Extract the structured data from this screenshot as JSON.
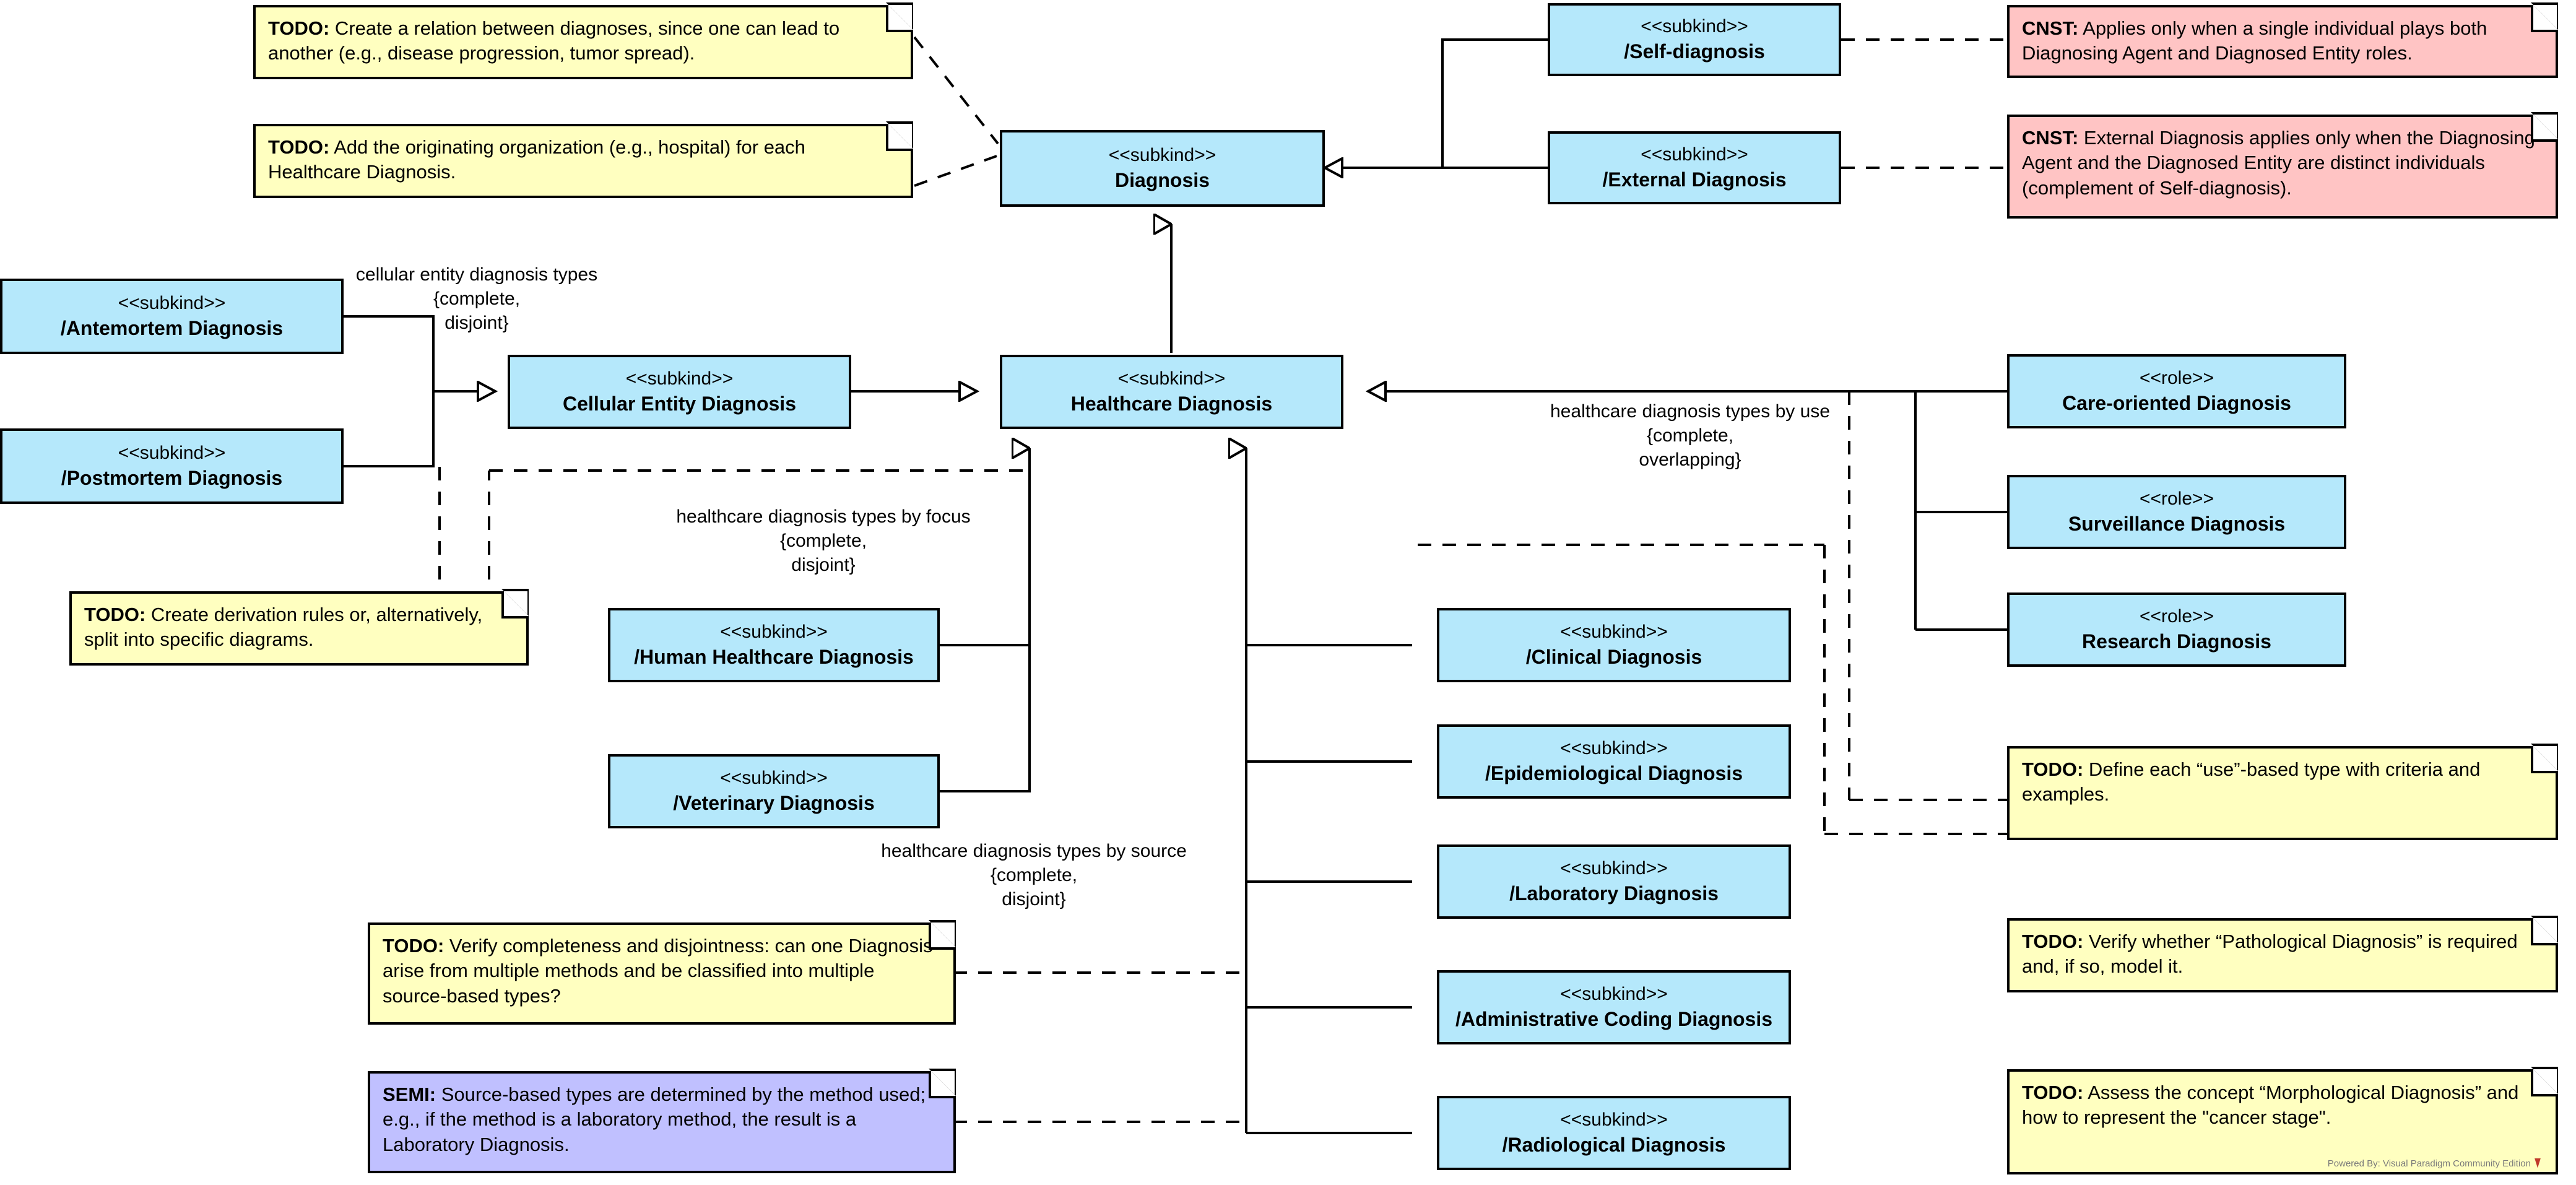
{
  "diagram": {
    "title": "Diagnosis Ontology Class Diagram",
    "watermark": "Powered By: Visual Paradigm Community Edition",
    "colors": {
      "class_fill": "#b5e8fb",
      "note_yellow": "#ffffc0",
      "note_pink": "#ffc4c4",
      "note_purple": "#c0c0ff",
      "line": "#000000"
    }
  },
  "classes": [
    {
      "id": "diagnosis",
      "stereotype": "<<subkind>>",
      "name": "Diagnosis"
    },
    {
      "id": "self_diagnosis",
      "stereotype": "<<subkind>>",
      "name": "/Self-diagnosis"
    },
    {
      "id": "external_diagnosis",
      "stereotype": "<<subkind>>",
      "name": "/External Diagnosis"
    },
    {
      "id": "antemortem",
      "stereotype": "<<subkind>>",
      "name": "/Antemortem Diagnosis"
    },
    {
      "id": "postmortem",
      "stereotype": "<<subkind>>",
      "name": "/Postmortem Diagnosis"
    },
    {
      "id": "cellular_entity",
      "stereotype": "<<subkind>>",
      "name": "Cellular Entity Diagnosis"
    },
    {
      "id": "healthcare",
      "stereotype": "<<subkind>>",
      "name": "Healthcare Diagnosis"
    },
    {
      "id": "human_healthcare",
      "stereotype": "<<subkind>>",
      "name": "/Human Healthcare Diagnosis"
    },
    {
      "id": "veterinary",
      "stereotype": "<<subkind>>",
      "name": "/Veterinary Diagnosis"
    },
    {
      "id": "clinical",
      "stereotype": "<<subkind>>",
      "name": "/Clinical Diagnosis"
    },
    {
      "id": "epidemiological",
      "stereotype": "<<subkind>>",
      "name": "/Epidemiological Diagnosis"
    },
    {
      "id": "laboratory",
      "stereotype": "<<subkind>>",
      "name": "/Laboratory Diagnosis"
    },
    {
      "id": "admin_coding",
      "stereotype": "<<subkind>>",
      "name": "/Administrative Coding Diagnosis"
    },
    {
      "id": "radiological",
      "stereotype": "<<subkind>>",
      "name": "/Radiological Diagnosis"
    },
    {
      "id": "care_oriented",
      "stereotype": "<<role>>",
      "name": "Care-oriented Diagnosis"
    },
    {
      "id": "surveillance",
      "stereotype": "<<role>>",
      "name": "Surveillance Diagnosis"
    },
    {
      "id": "research",
      "stereotype": "<<role>>",
      "name": "Research Diagnosis"
    }
  ],
  "generalization_sets": [
    {
      "id": "gs_cellular",
      "line1": "cellular entity diagnosis types",
      "line2": "{complete,",
      "line3": "disjoint}"
    },
    {
      "id": "gs_focus",
      "line1": "healthcare diagnosis types by focus",
      "line2": "{complete,",
      "line3": "disjoint}"
    },
    {
      "id": "gs_source",
      "line1": "healthcare diagnosis types by source",
      "line2": "{complete,",
      "line3": "disjoint}"
    },
    {
      "id": "gs_use",
      "line1": "healthcare diagnosis types by use",
      "line2": "{complete,",
      "line3": "overlapping}"
    }
  ],
  "notes": [
    {
      "id": "note_relation",
      "kind": "TODO",
      "color": "yellow",
      "keyword": "TODO:",
      "text": " Create a relation between diagnoses, since one can lead to another (e.g., disease progression, tumor spread)."
    },
    {
      "id": "note_org",
      "kind": "TODO",
      "color": "yellow",
      "keyword": "TODO:",
      "text": " Add the originating organization (e.g., hospital) for each Healthcare Diagnosis."
    },
    {
      "id": "note_derivation",
      "kind": "TODO",
      "color": "yellow",
      "keyword": "TODO:",
      "text": " Create derivation rules or, alternatively, split into specific diagrams."
    },
    {
      "id": "note_completeness",
      "kind": "TODO",
      "color": "yellow",
      "keyword": "TODO:",
      "text": " Verify completeness and disjointness: can one Diagnosis arise from multiple methods and be classified into multiple source-based types?"
    },
    {
      "id": "note_semi_source",
      "kind": "SEMI",
      "color": "purple",
      "keyword": "SEMI:",
      "text": " Source-based types are determined by the method used; e.g., if the method is a laboratory method, the result is a Laboratory Diagnosis."
    },
    {
      "id": "note_cnst_self",
      "kind": "CNST",
      "color": "pink",
      "keyword": "CNST:",
      "text": " Applies only when a single individual plays both Diagnosing Agent and Diagnosed Entity roles."
    },
    {
      "id": "note_cnst_external",
      "kind": "CNST",
      "color": "pink",
      "keyword": "CNST:",
      "text": " External Diagnosis applies only when the Diagnosing Agent and the Diagnosed Entity are distinct individuals (complement of Self-diagnosis)."
    },
    {
      "id": "note_use_criteria",
      "kind": "TODO",
      "color": "yellow",
      "keyword": "TODO:",
      "text": " Define each “use”-based type with criteria and examples."
    },
    {
      "id": "note_pathological",
      "kind": "TODO",
      "color": "yellow",
      "keyword": "TODO:",
      "text": " Verify whether “Pathological Diagnosis” is required and, if so, model it."
    },
    {
      "id": "note_morphological",
      "kind": "TODO",
      "color": "yellow",
      "keyword": "TODO:",
      "text": " Assess the concept “Morphological Diagnosis” and how to represent the \"cancer stage\"."
    }
  ]
}
